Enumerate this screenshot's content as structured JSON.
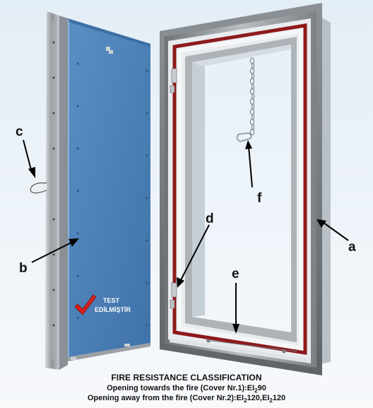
{
  "labels": {
    "a": "a",
    "b": "b",
    "c": "c",
    "d": "d",
    "e": "e",
    "f": "f"
  },
  "badge": {
    "line1": "TEST",
    "line2": "EDİLMİŞTİR"
  },
  "caption": {
    "title": "FIRE RESISTANCE CLASSIFICATION",
    "line1_text": "Opening towards the fire (Cover Nr.1):EI",
    "line1_sub": "2",
    "line1_end": "90",
    "line2_text": "Opening away from the fire (Cover Nr.2):EI",
    "line2_sub1": "2",
    "line2_mid": "120,EI",
    "line2_sub2": "2",
    "line2_end": "120"
  },
  "colors": {
    "panel_blue": "#4a7fb5",
    "frame_silver": "#9aa0a6",
    "seal_red": "#9b1c1c",
    "check_red": "#d81e1e"
  }
}
